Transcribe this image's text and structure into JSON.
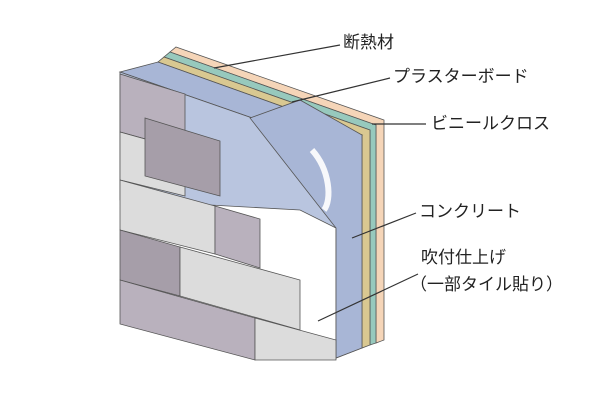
{
  "diagram": {
    "labels": {
      "insulation": "断熱材",
      "plasterboard": "プラスターボード",
      "vinyl_cloth": "ビニールクロス",
      "concrete": "コンクリート",
      "spray_finish_line1": "吹付仕上げ",
      "spray_finish_line2": "（一部タイル貼り）"
    },
    "colors": {
      "brick_light": "#dcdcdc",
      "brick_mid": "#b9b1bd",
      "brick_dark": "#a69ea9",
      "concrete_front": "#b9c5df",
      "concrete_side": "#a8b6d6",
      "insulation": "#d9c891",
      "plasterboard": "#97c9bd",
      "vinyl_cloth": "#f5d5b8"
    }
  }
}
